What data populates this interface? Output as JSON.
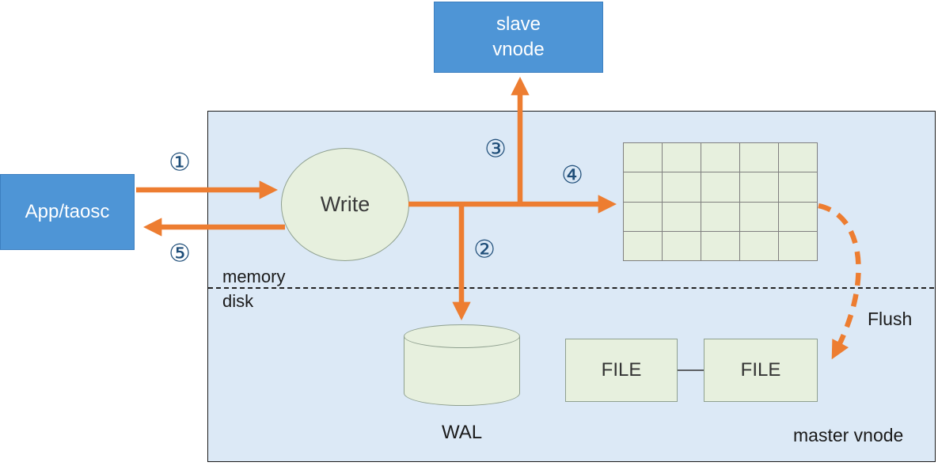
{
  "diagram": {
    "slave_vnode": {
      "line1": "slave",
      "line2": "vnode"
    },
    "app": {
      "label": "App/taosc"
    },
    "write": {
      "label": "Write"
    },
    "memory_label": "memory",
    "disk_label": "disk",
    "wal": {
      "label": "WAL"
    },
    "file_left": {
      "label": "FILE"
    },
    "file_right": {
      "label": "FILE"
    },
    "flush_label": "Flush",
    "master_vnode_label": "master vnode",
    "steps": {
      "step1": "①",
      "step2": "②",
      "step3": "③",
      "step4": "④",
      "step5": "⑤"
    },
    "cache_grid": {
      "rows": 4,
      "cols": 5
    }
  },
  "colors": {
    "accent_orange": "#ED7D31",
    "node_blue": "#4E95D6",
    "shape_green": "#E7F0DE",
    "shape_border": "#8FA08F",
    "panel_blue": "#DCE9F6",
    "step_navy": "#1F4E79"
  }
}
